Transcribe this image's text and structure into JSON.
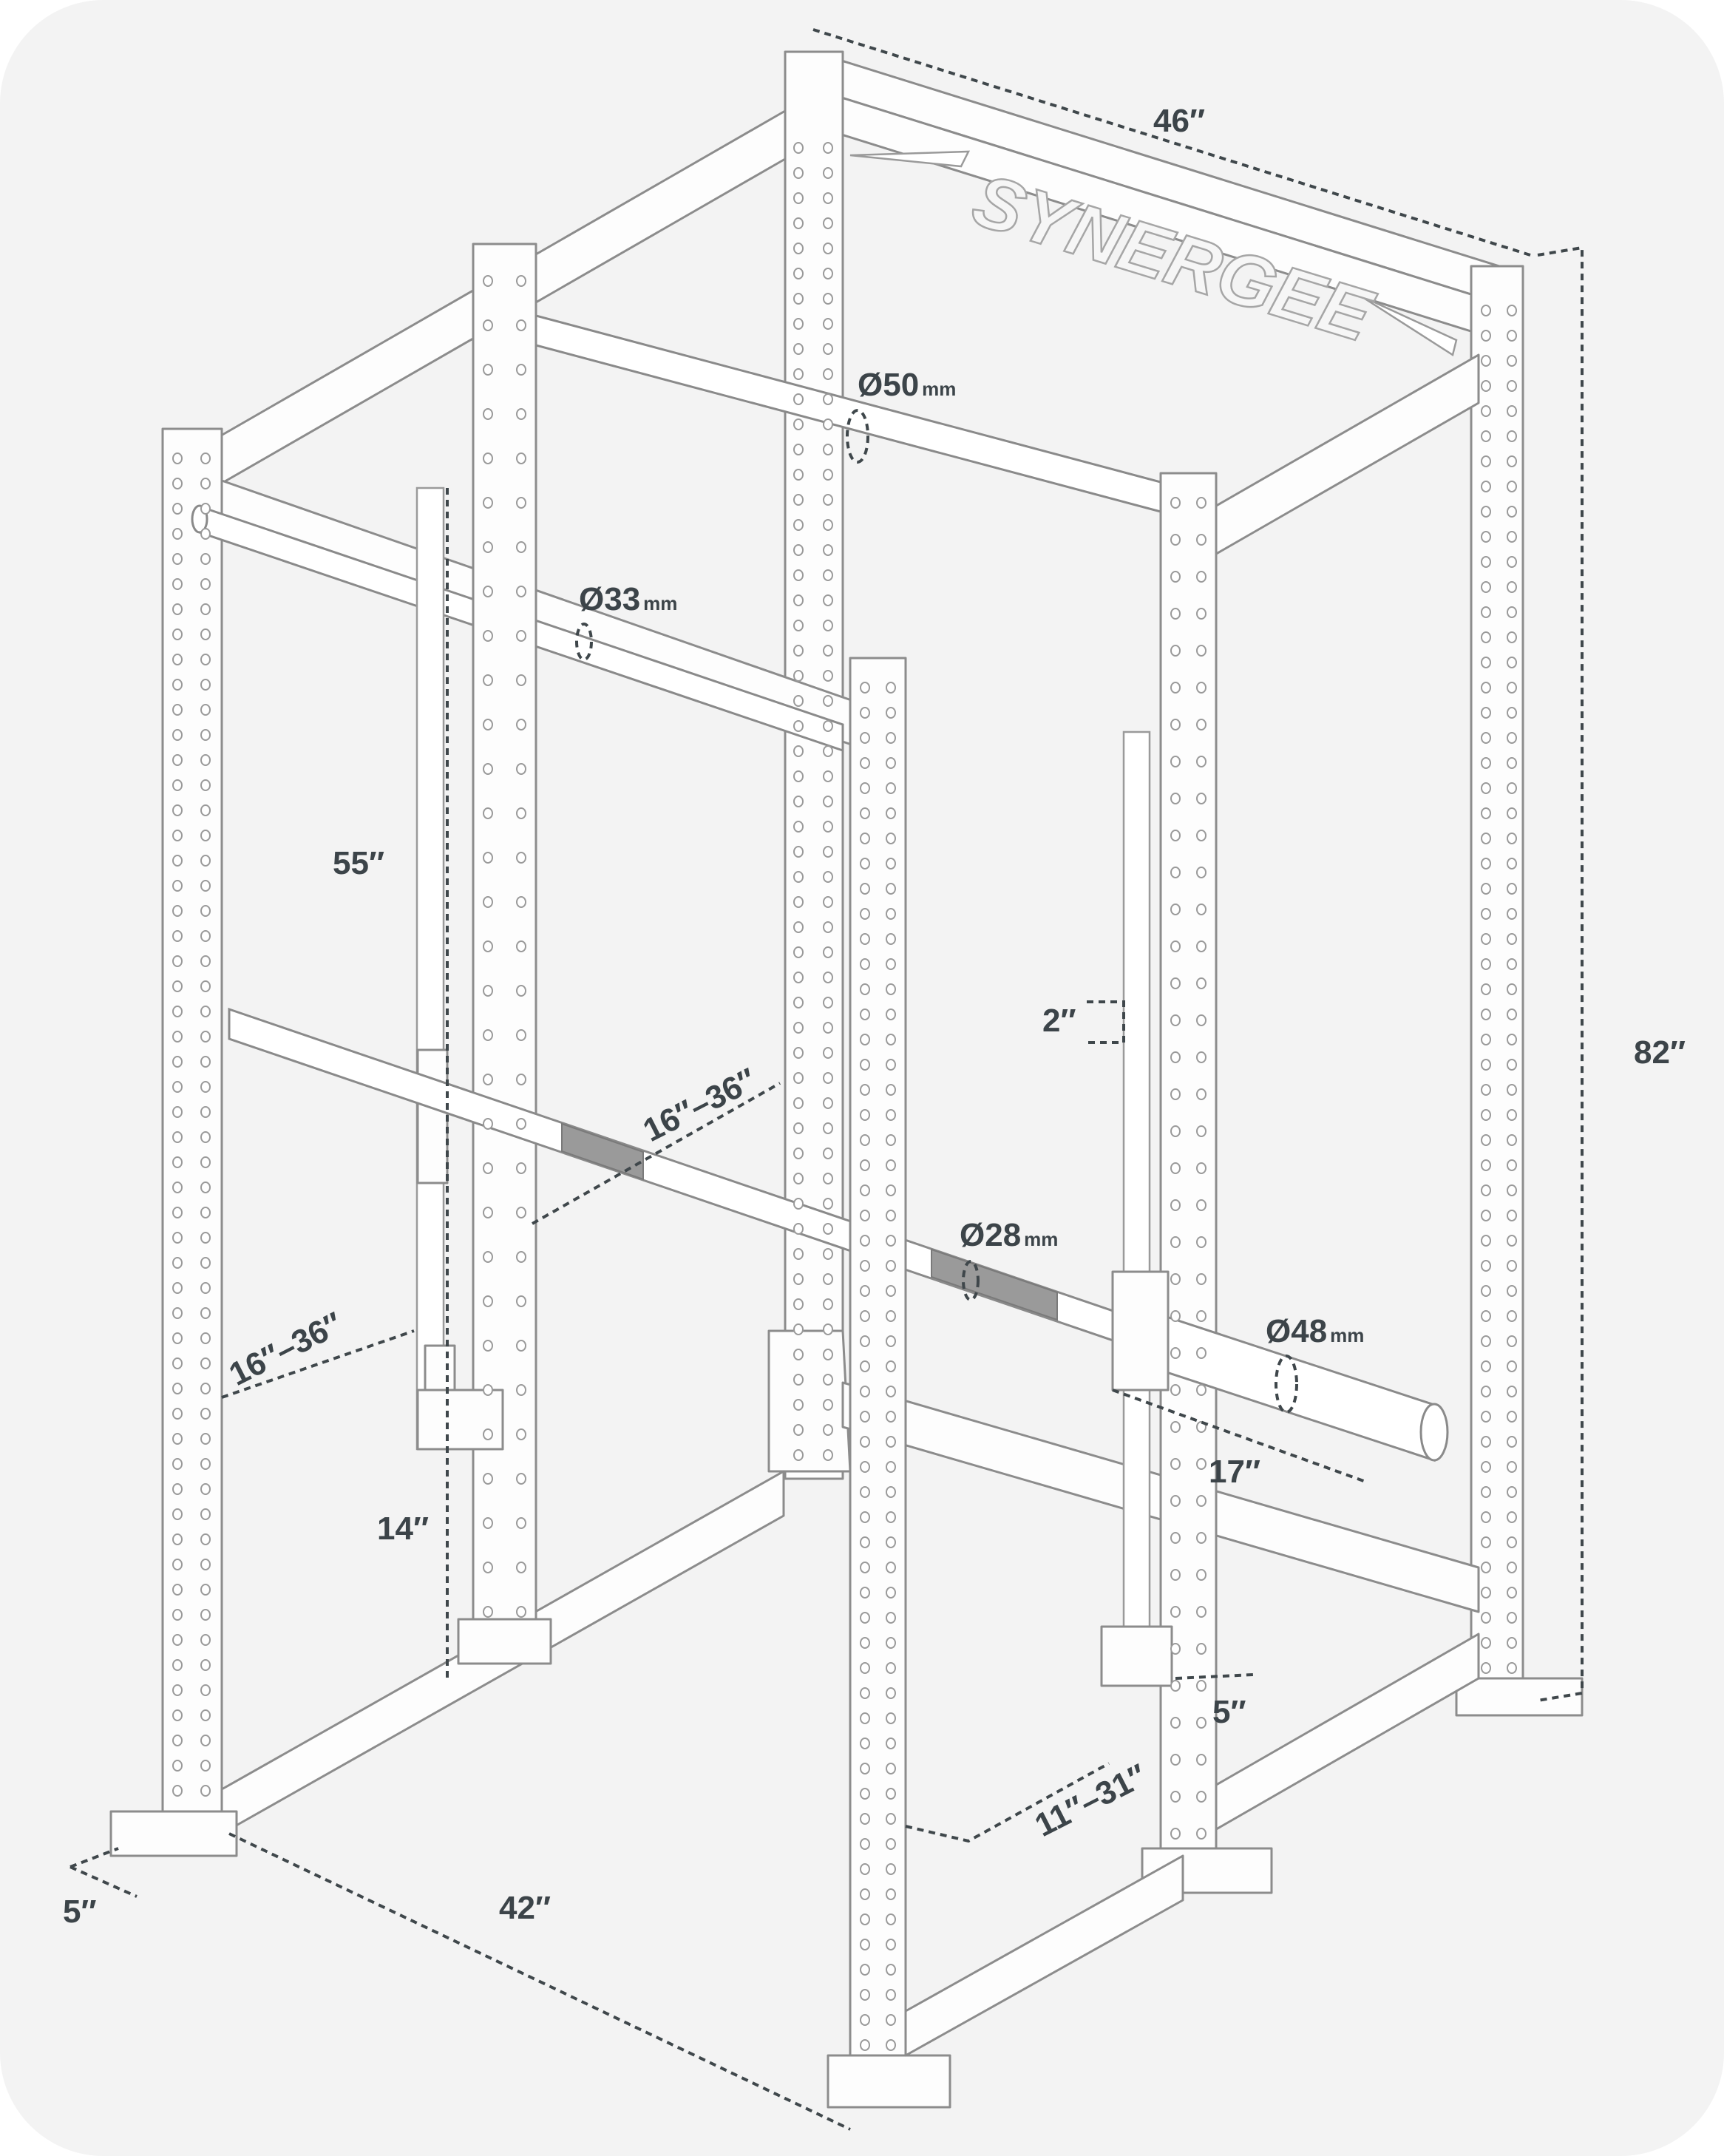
{
  "brand": "SYNERGEE",
  "dimensions": {
    "top_width": "46″",
    "height": "82″",
    "base_depth": "42″",
    "foot_left": "5″",
    "foot_right": "5″",
    "upright_height": "55″",
    "bottom_height": "14″",
    "spacing": "2″",
    "sleeve_length": "17″",
    "jhook_range_a": "16″–36″",
    "jhook_range_b": "16″–36″",
    "safety_range": "11″–31″"
  },
  "diameters": [
    {
      "value": "Ø50",
      "unit": "mm"
    },
    {
      "value": "Ø33",
      "unit": "mm"
    },
    {
      "value": "Ø28",
      "unit": "mm"
    },
    {
      "value": "Ø48",
      "unit": "mm"
    }
  ],
  "colors": {
    "background": "#f3f3f3",
    "frame": "#fdfdfd",
    "line": "#8c8c8c",
    "label": "#3c4449"
  }
}
